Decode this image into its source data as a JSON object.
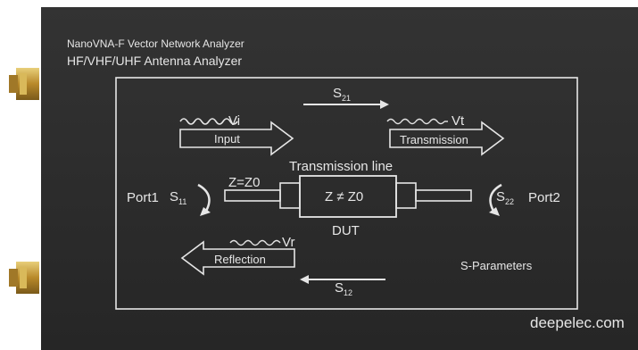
{
  "header": {
    "line1": "NanoVNA-F Vector Network Analyzer",
    "line2": "HF/VHF/UHF Antenna Analyzer"
  },
  "diagram": {
    "s21": {
      "letter": "S",
      "sub": "21"
    },
    "s12": {
      "letter": "S",
      "sub": "12"
    },
    "s11": {
      "letter": "S",
      "sub": "11"
    },
    "s22": {
      "letter": "S",
      "sub": "22"
    },
    "vi": "Vi",
    "vt": "Vt",
    "vr": "Vr",
    "input": "Input",
    "transmission": "Transmission",
    "reflection": "Reflection",
    "transmission_line": "Transmission line",
    "z_eq": "Z=Z0",
    "z_neq": "Z ≠ Z0",
    "dut": "DUT",
    "port1": "Port1",
    "port2": "Port2",
    "s_parameters": "S-Parameters"
  },
  "footer": {
    "brand": "deepelec.com"
  },
  "colors": {
    "panel": "#2b2b2b",
    "ink": "#e6e6e6",
    "connector_gold": "#c8a03a"
  }
}
